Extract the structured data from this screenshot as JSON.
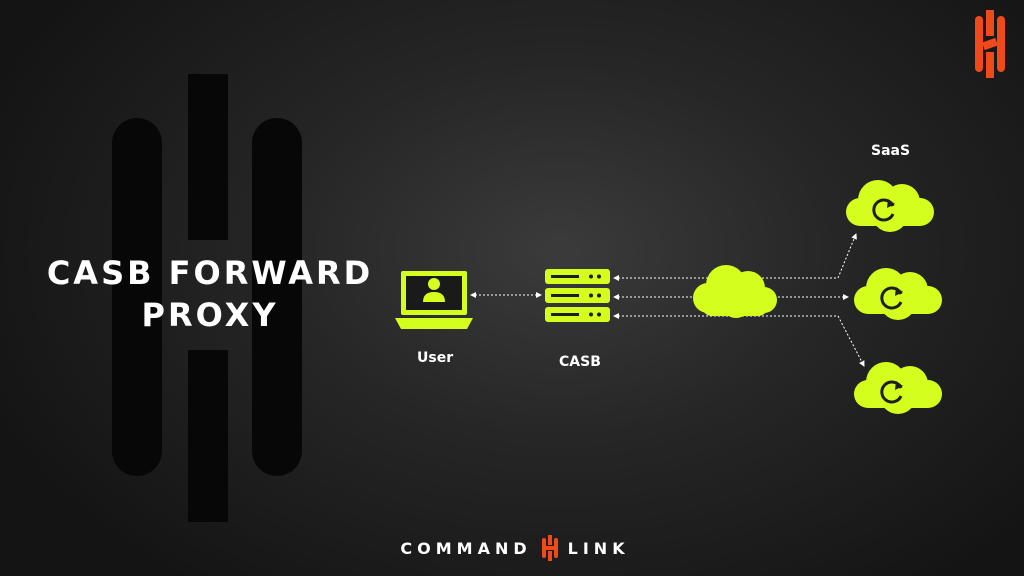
{
  "title": {
    "line1": "CASB FORWARD",
    "line2": "PROXY"
  },
  "nodes": {
    "user": {
      "label": "User",
      "icon": "laptop-user-icon"
    },
    "casb": {
      "label": "CASB",
      "icon": "server-stack-icon"
    },
    "internet": {
      "icon": "cloud-icon"
    },
    "saas": {
      "label": "SaaS",
      "icon": "saas-cloud-icon",
      "count": 3
    }
  },
  "edges": [
    {
      "from": "user",
      "to": "casb",
      "style": "dotted",
      "arrows": "both"
    },
    {
      "from": "casb",
      "to": "saas",
      "style": "dotted",
      "arrows": "both",
      "count": 3
    }
  ],
  "brand": {
    "left_word": "COMMAND",
    "right_word": "LINK",
    "logo_icon": "commandlink-logo-icon"
  },
  "colors": {
    "accent_green": "#d4ff1e",
    "brand_orange": "#f04a1a",
    "decor_black": "#070707",
    "text": "#ffffff"
  }
}
